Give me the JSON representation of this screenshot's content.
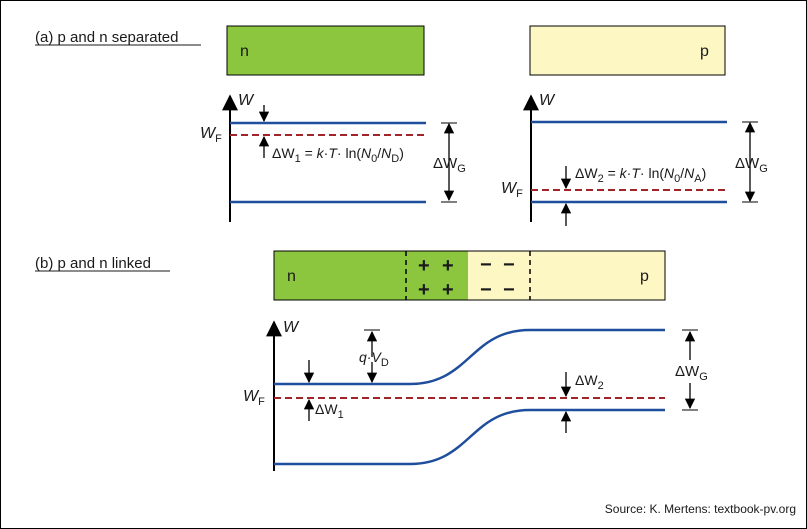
{
  "part_a": {
    "title": "(a) p and n separated",
    "n_label": "n",
    "p_label": "p",
    "axis_W": "W",
    "fermi_W": "W",
    "fermi_sub": "F",
    "dW1": {
      "delta": "ΔW",
      "sub": "1",
      "eq": " = ",
      "k": "k",
      "dot": "·",
      "T": "T",
      "ln": "· ln(",
      "N": "N",
      "N0sub": "0",
      "slash": "/",
      "N2": "N",
      "ND": "D",
      "close": ")"
    },
    "dW2": {
      "delta": "ΔW",
      "sub": "2",
      "eq": " = ",
      "k": "k",
      "dot": "·",
      "T": "T",
      "ln": "· ln(",
      "N": "N",
      "N0sub": "0",
      "slash": "/",
      "N2": "N",
      "NA": "A",
      "close": ")"
    },
    "dWG": {
      "delta": "ΔW",
      "sub": "G"
    }
  },
  "part_b": {
    "title": "(b) p and n linked",
    "n_label": "n",
    "p_label": "p",
    "plus": "+",
    "minus": "−",
    "axis_W": "W",
    "fermi_W": "W",
    "fermi_sub": "F",
    "qVD": {
      "q": "q",
      "dot": "·",
      "V": "V",
      "sub": "D"
    },
    "dW1": {
      "delta": "ΔW",
      "sub": "1"
    },
    "dW2": {
      "delta": "ΔW",
      "sub": "2"
    },
    "dWG": {
      "delta": "ΔW",
      "sub": "G"
    }
  },
  "source": "Source: K. Mertens: textbook-pv.org",
  "colors": {
    "n_fill": "#8cc63f",
    "p_fill": "#fdf7c3",
    "band": "#1f4e9c",
    "fermi": "#a0242a"
  }
}
